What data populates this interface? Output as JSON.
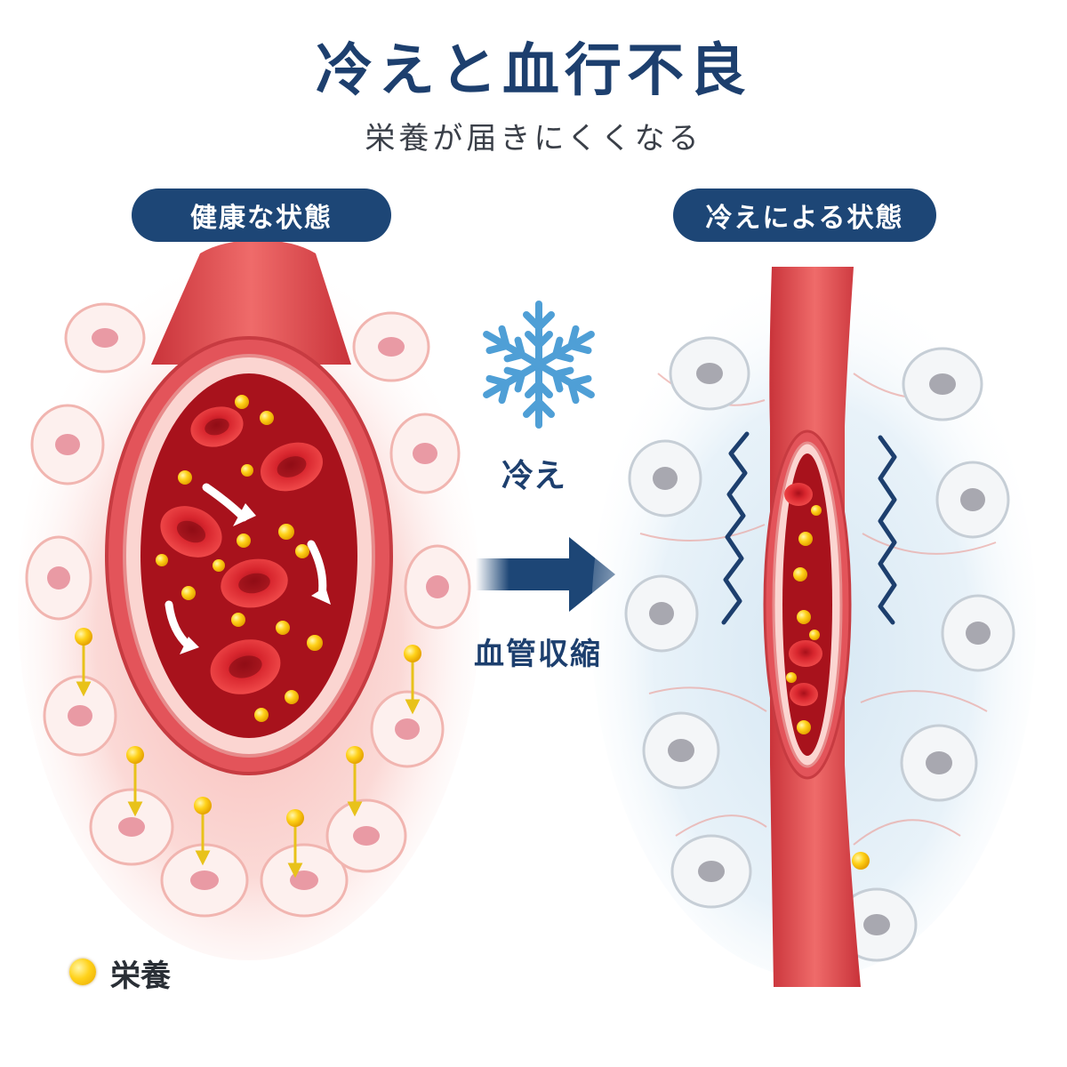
{
  "header": {
    "title": "冷えと血行不良",
    "subtitle": "栄養が届きにくくなる"
  },
  "panels": {
    "healthy": {
      "label": "健康な状態"
    },
    "cold": {
      "label": "冷えによる状態"
    }
  },
  "transition": {
    "cold_label": "冷え",
    "vasoconstriction_label": "血管収縮"
  },
  "legend": {
    "nutrient_label": "栄養"
  },
  "colors": {
    "navy": "#1d4676",
    "blood_red": "#d83a3e",
    "nutrient_yellow": "#ffd21a",
    "snow_blue": "#4f9fd6",
    "cold_tint": "#e3f0f8"
  },
  "icons": {
    "snowflake": "snowflake-icon",
    "arrow": "right-arrow-icon",
    "nutrient": "nutrient-dot-icon"
  }
}
